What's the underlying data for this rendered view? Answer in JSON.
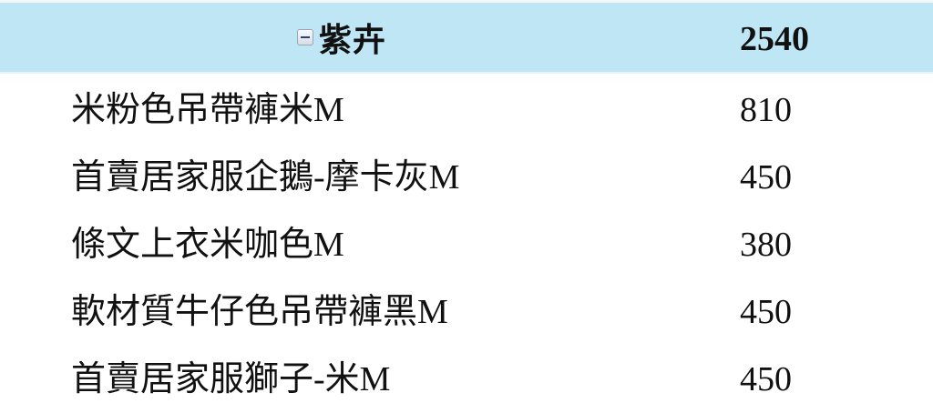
{
  "group": {
    "name": "紫卉",
    "total": "2540",
    "icon": "collapse-minus-icon",
    "header_color": "#bee6f5"
  },
  "items": [
    {
      "name": "米粉色吊帶褲米M",
      "qty": "810"
    },
    {
      "name": "首賣居家服企鵝-摩卡灰M",
      "qty": "450"
    },
    {
      "name": "條文上衣米咖色M",
      "qty": "380"
    },
    {
      "name": "軟材質牛仔色吊帶褲黑M",
      "qty": "450"
    },
    {
      "name": "首賣居家服獅子-米M",
      "qty": "450"
    }
  ]
}
